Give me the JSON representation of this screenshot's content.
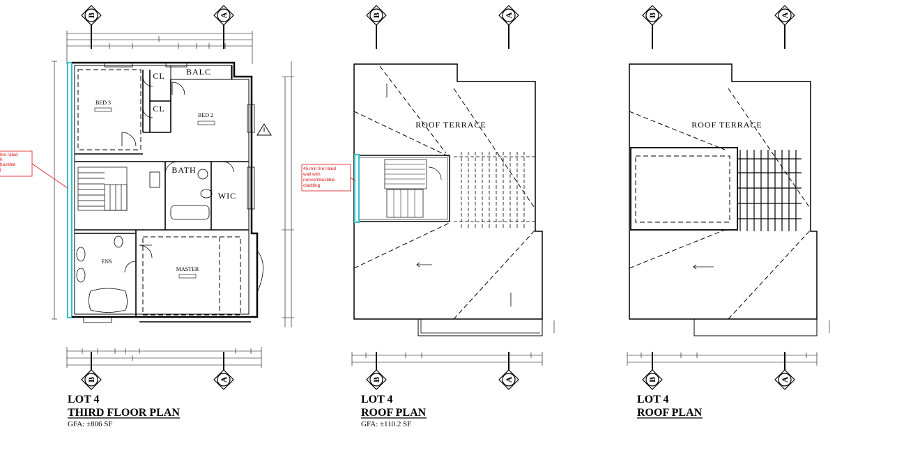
{
  "grid_bubbles": {
    "b": "B",
    "a": "A"
  },
  "plans": [
    {
      "lot": "LOT 4",
      "name": "THIRD FLOOR PLAN",
      "gfa": "GFA: ±806 SF",
      "note": "fire rated\nh\nbustible\nj",
      "rooms": {
        "balc": "BALC",
        "bed3": "BED 3",
        "bed2": "BED 2",
        "cl1": "CL",
        "cl2": "CL",
        "bath": "BATH",
        "wic": "WIC",
        "ens": "ENS",
        "master": "MASTER"
      }
    },
    {
      "lot": "LOT 4",
      "name": "ROOF PLAN",
      "gfa": "GFA: ±110.2 SF",
      "note": "45 min fire rated\nwall with\nnoncombustible\ncladding",
      "rooms": {
        "terrace": "ROOF TERRACE"
      }
    },
    {
      "lot": "LOT 4",
      "name": "ROOF PLAN",
      "gfa": "",
      "rooms": {
        "terrace": "ROOF TERRACE"
      }
    }
  ],
  "colors": {
    "line": "#000000",
    "note_red": "#dd1111",
    "cyan_wall": "#35c0c8"
  }
}
